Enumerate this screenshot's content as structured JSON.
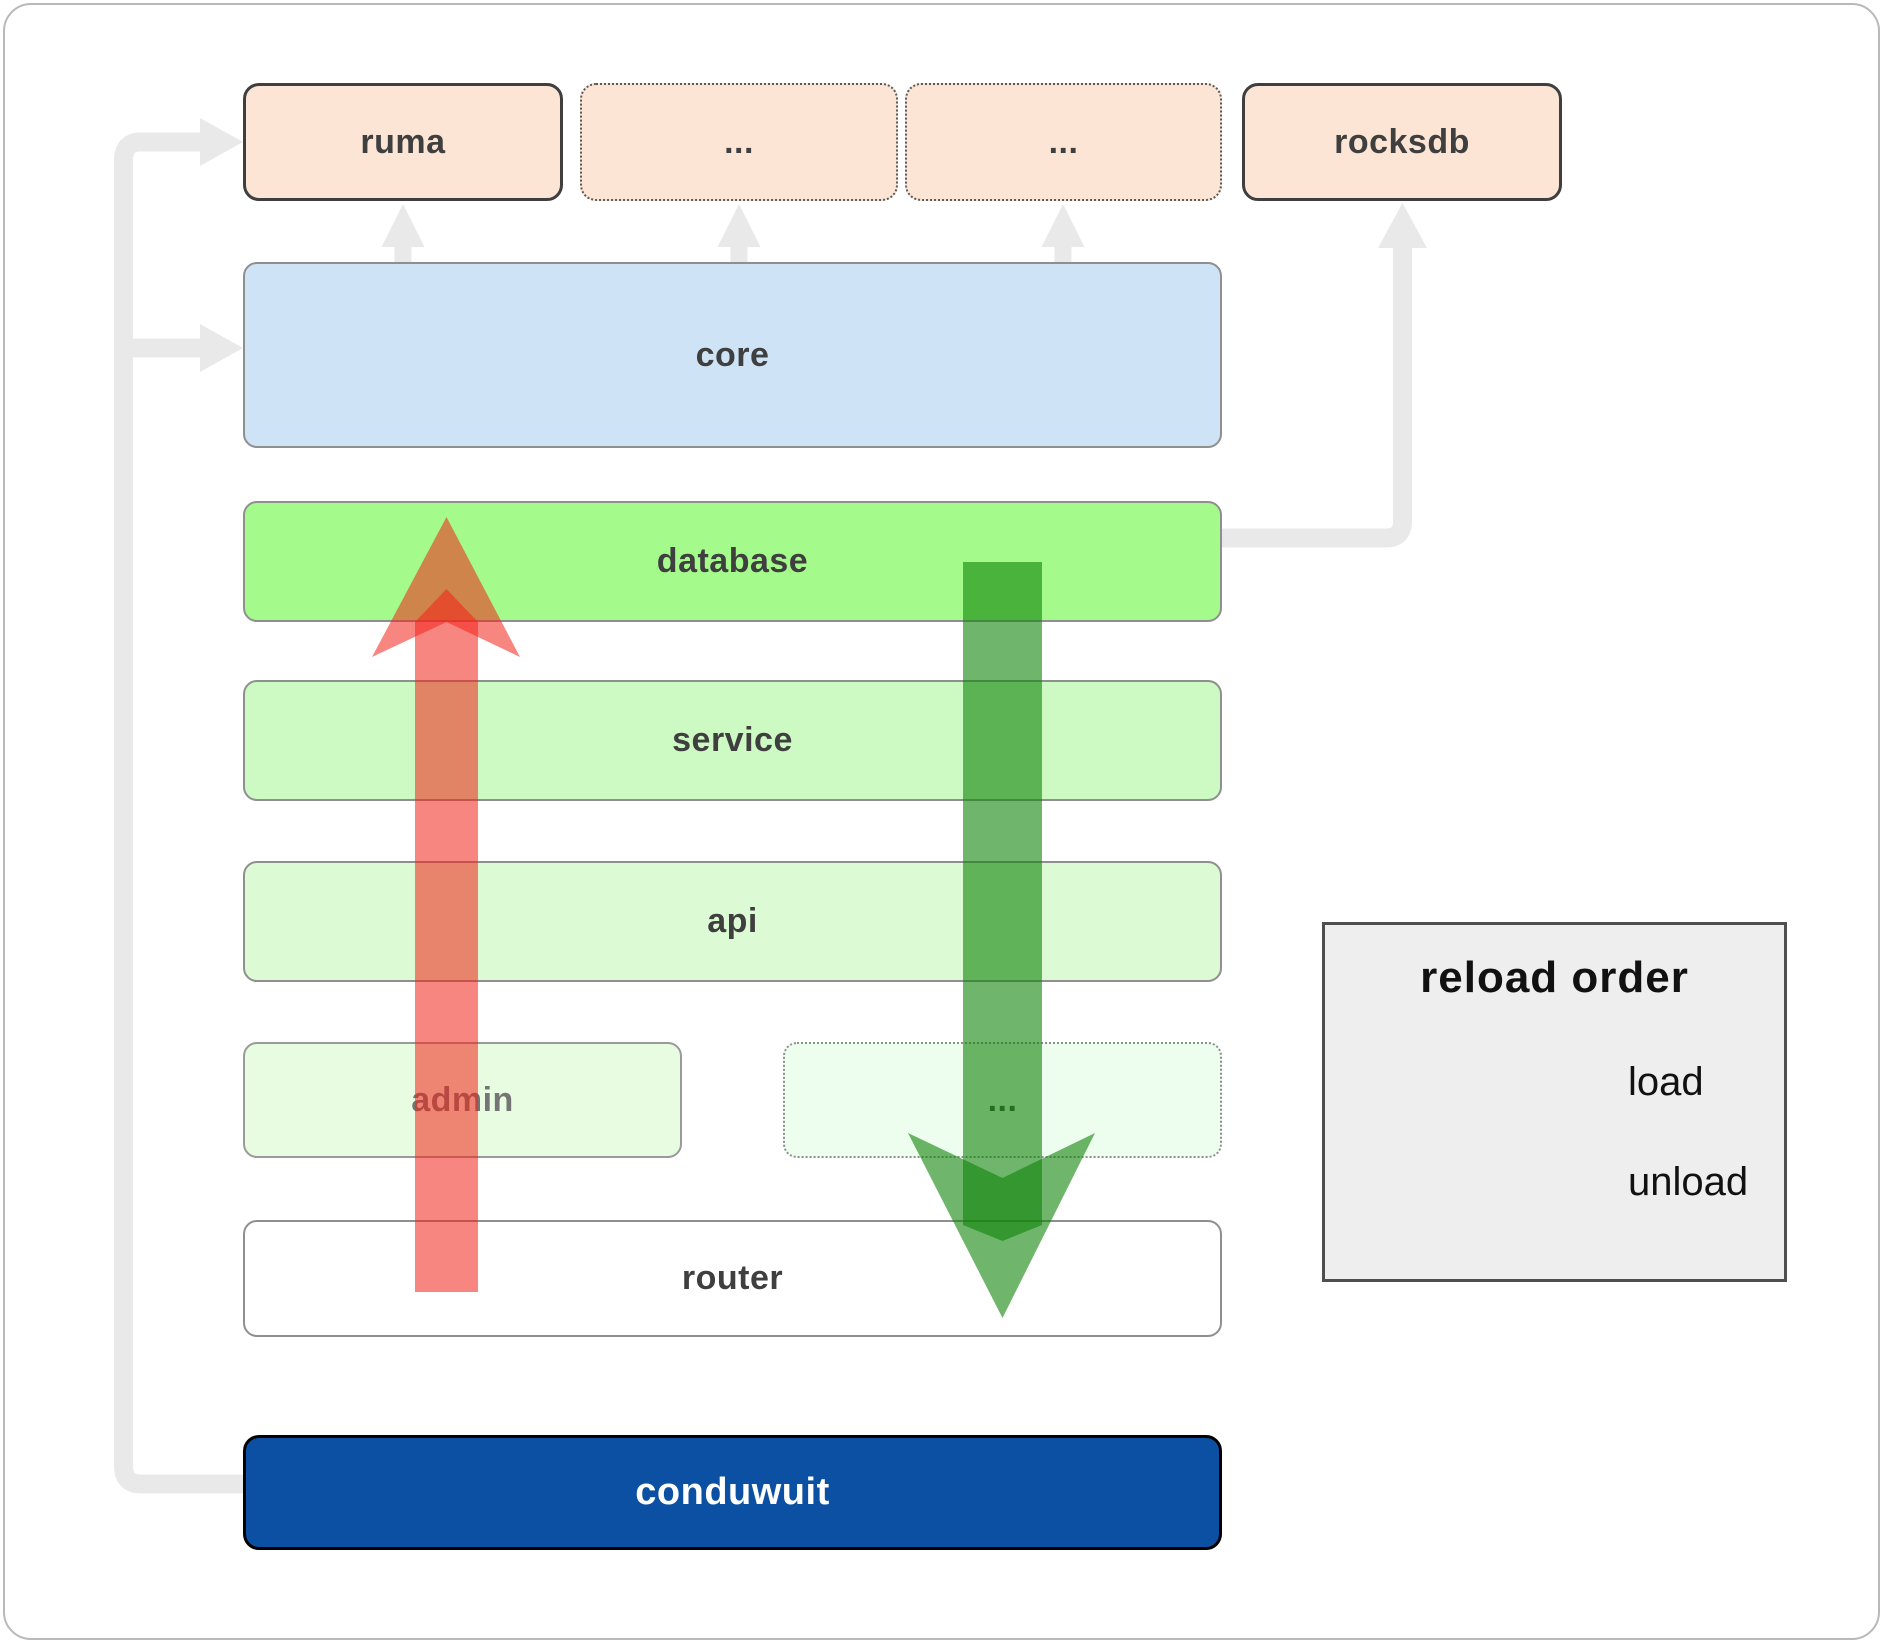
{
  "diagram": {
    "boxes": [
      {
        "id": "ruma",
        "label": "ruma"
      },
      {
        "id": "ellipsis-top-1",
        "label": "..."
      },
      {
        "id": "ellipsis-top-2",
        "label": "..."
      },
      {
        "id": "rocksdb",
        "label": "rocksdb"
      },
      {
        "id": "core",
        "label": "core"
      },
      {
        "id": "database",
        "label": "database"
      },
      {
        "id": "service",
        "label": "service"
      },
      {
        "id": "api",
        "label": "api"
      },
      {
        "id": "admin",
        "label": "admin"
      },
      {
        "id": "ellipsis-admin",
        "label": "..."
      },
      {
        "id": "router",
        "label": "router"
      },
      {
        "id": "conduwuit",
        "label": "conduwuit"
      }
    ],
    "legend": {
      "title": "reload order",
      "items": [
        {
          "label": "load",
          "arrow_color": "#0f8408"
        },
        {
          "label": "unload",
          "arrow_color": "#f32317"
        }
      ]
    },
    "colors": {
      "peach_box_fill": "#fce5d4",
      "core_fill": "#cfe3f7",
      "database_fill": "#a4fb8b",
      "service_fill": "#cdf9c3",
      "api_fill": "#dcfad3",
      "admin_fill": "#e7fce1",
      "router_fill": "#ffffff",
      "conduwuit_fill": "#0b50a2",
      "legend_fill": "#eeeeee",
      "connector_gray": "#e9e9e9",
      "load_arrow_green": "#0f8408",
      "unload_arrow_red": "#f32317"
    }
  }
}
